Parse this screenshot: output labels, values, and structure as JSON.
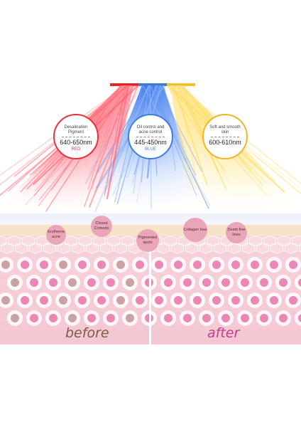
{
  "light_bar": {
    "colors": [
      "#e3262f",
      "#3a7fd1",
      "#f2c12e"
    ]
  },
  "wavelengths": [
    {
      "description": "Desalination Pigment",
      "range": "640-650nm",
      "color_name": "RED",
      "accent": "#e8303a"
    },
    {
      "description": "Oil control and acne control",
      "range": "445-450nm",
      "color_name": "BLUE",
      "accent": "#3f7fdc"
    },
    {
      "description": "Soft and smooth skin",
      "range": "600-610nm",
      "color_name": "",
      "accent": "#f1b52b"
    }
  ],
  "skin_conditions": [
    "Erythema acne",
    "Closed Comedo",
    "Pigmented spots",
    "Collagen loss",
    "Dumb fine lines"
  ],
  "comparison": {
    "before_label": "before",
    "after_label": "after",
    "before_color": "#7a5a45",
    "after_color": "#c23a8f"
  }
}
